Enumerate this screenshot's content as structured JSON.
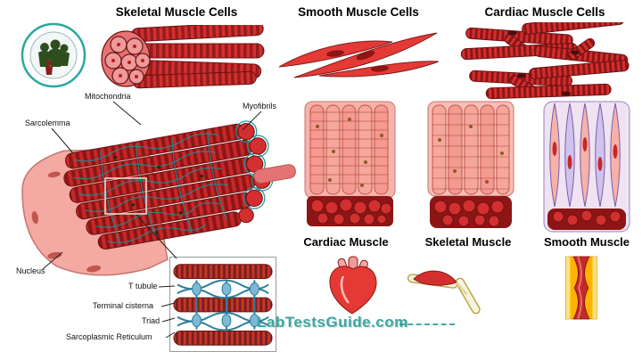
{
  "header": {
    "skeletal_title": "Skeletal Muscle Cells",
    "smooth_title": "Smooth Muscle Cells",
    "cardiac_title": "Cardiac Muscle Cells"
  },
  "fiber": {
    "mitochondria": "Mitochondria",
    "myofibrils": "Myofibrils",
    "sarcolemma": "Sarcolemma",
    "nucleus": "Nucleus",
    "t_tubule": "T tubule",
    "terminal_cisterna": "Terminal cisterna",
    "triad": "Triad",
    "sarcoplasmic_reticulum": "Sarcoplasmic Reticulum"
  },
  "tissues": {
    "cardiac": "Cardiac Muscle",
    "skeletal": "Skeletal Muscle",
    "smooth": "Smooth Muscle"
  },
  "watermark": "LabTestsGuide.com",
  "colors": {
    "muscle_red": "#d32f2f",
    "muscle_dark_red": "#8e1515",
    "muscle_pink": "#f4a9a2",
    "reticulum_teal": "#1d8f9e",
    "watermark_teal": "#249c96",
    "lavender": "#cfc3ee",
    "organ_orange": "#ffb300"
  }
}
